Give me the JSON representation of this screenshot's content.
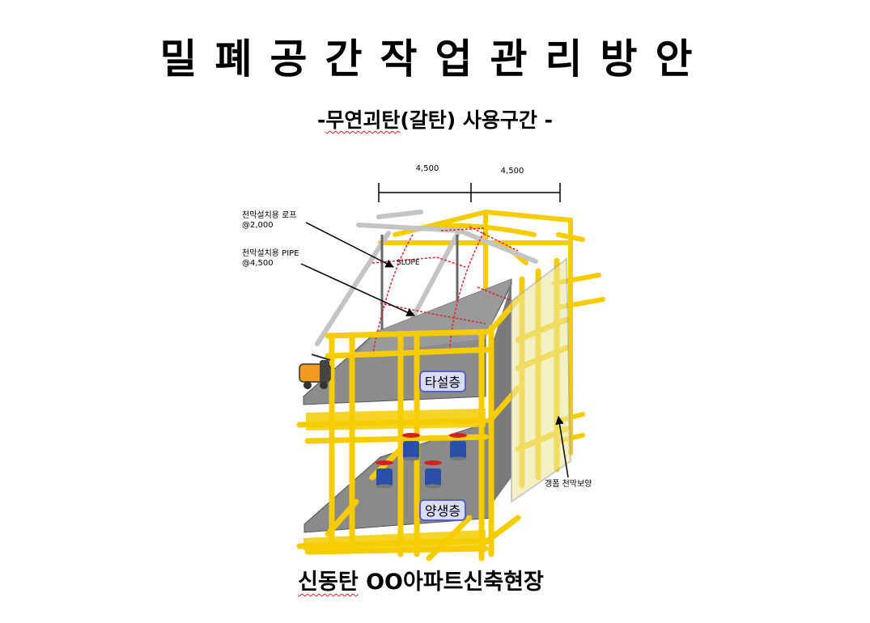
{
  "title": "밀폐공간작업관리방안",
  "subtitle": {
    "prefix": "- ",
    "underlined": "무연괴탄",
    "rest": "(갈탄) 사용구간 -"
  },
  "dimensions": {
    "left": "4,500",
    "right": "4,500"
  },
  "labels": {
    "rope_line1": "천막설치용 로프",
    "rope_line2": "@2,000",
    "pipe_line1": "천막설치용 PIPE",
    "pipe_line2": "@4,500",
    "slope": "SLOPE",
    "tarp": "갱폼 천막보양"
  },
  "floors": {
    "upper": "타설층",
    "lower": "양생층"
  },
  "footer": {
    "underlined": "신동탄",
    "rest": " OO아파트신축현장"
  },
  "colors": {
    "scaffold": "#f5cc00",
    "scaffold_edge": "#c9a200",
    "slab": "#8c8c8c",
    "frame": "#c4c4c4",
    "heater": "#f29a1c",
    "tag_fill": "#d9dcf7",
    "tag_border": "#5560c8",
    "tarp_panel": "#ece7a0"
  }
}
